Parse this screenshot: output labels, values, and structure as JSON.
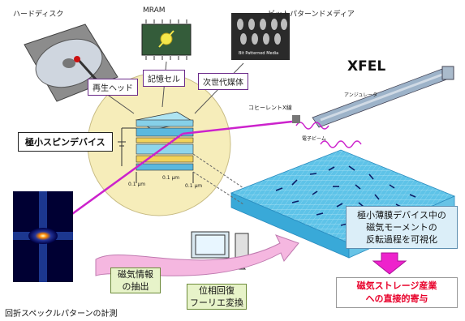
{
  "labels": {
    "hdd": "ハードディスク",
    "mram": "MRAM",
    "bpm": "ビットパターンドメディア",
    "bpm_caption": "Bit Patterned Media",
    "head": "再生ヘッド",
    "cell": "記憶セル",
    "media": "次世代媒体",
    "spin_device": "極小スピンデバイス",
    "xfel": "XFEL",
    "coherent": "コヒーレントX線",
    "undulator": "アンジュレータ",
    "electron_beam": "電子ビーム",
    "dim1": "0.1 μm",
    "dim2": "0.1 μm",
    "dim3": "0.1 μm",
    "thin_film_1": "極小薄膜デバイス中の",
    "thin_film_2": "磁気モーメントの",
    "thin_film_3": "反転過程を可視化",
    "extract_1": "磁気情報",
    "extract_2": "の抽出",
    "phase_1": "位相回復",
    "phase_2": "フーリエ変換",
    "speckle": "回折スペックルパターンの計測",
    "industry_1": "磁気ストレージ産業",
    "industry_2": "への直接的寄与"
  },
  "colors": {
    "magenta": "#cc22cc",
    "red_text": "#e8002a",
    "circle_fill": "#f6edba",
    "grid_blue": "#5ec3e8"
  }
}
